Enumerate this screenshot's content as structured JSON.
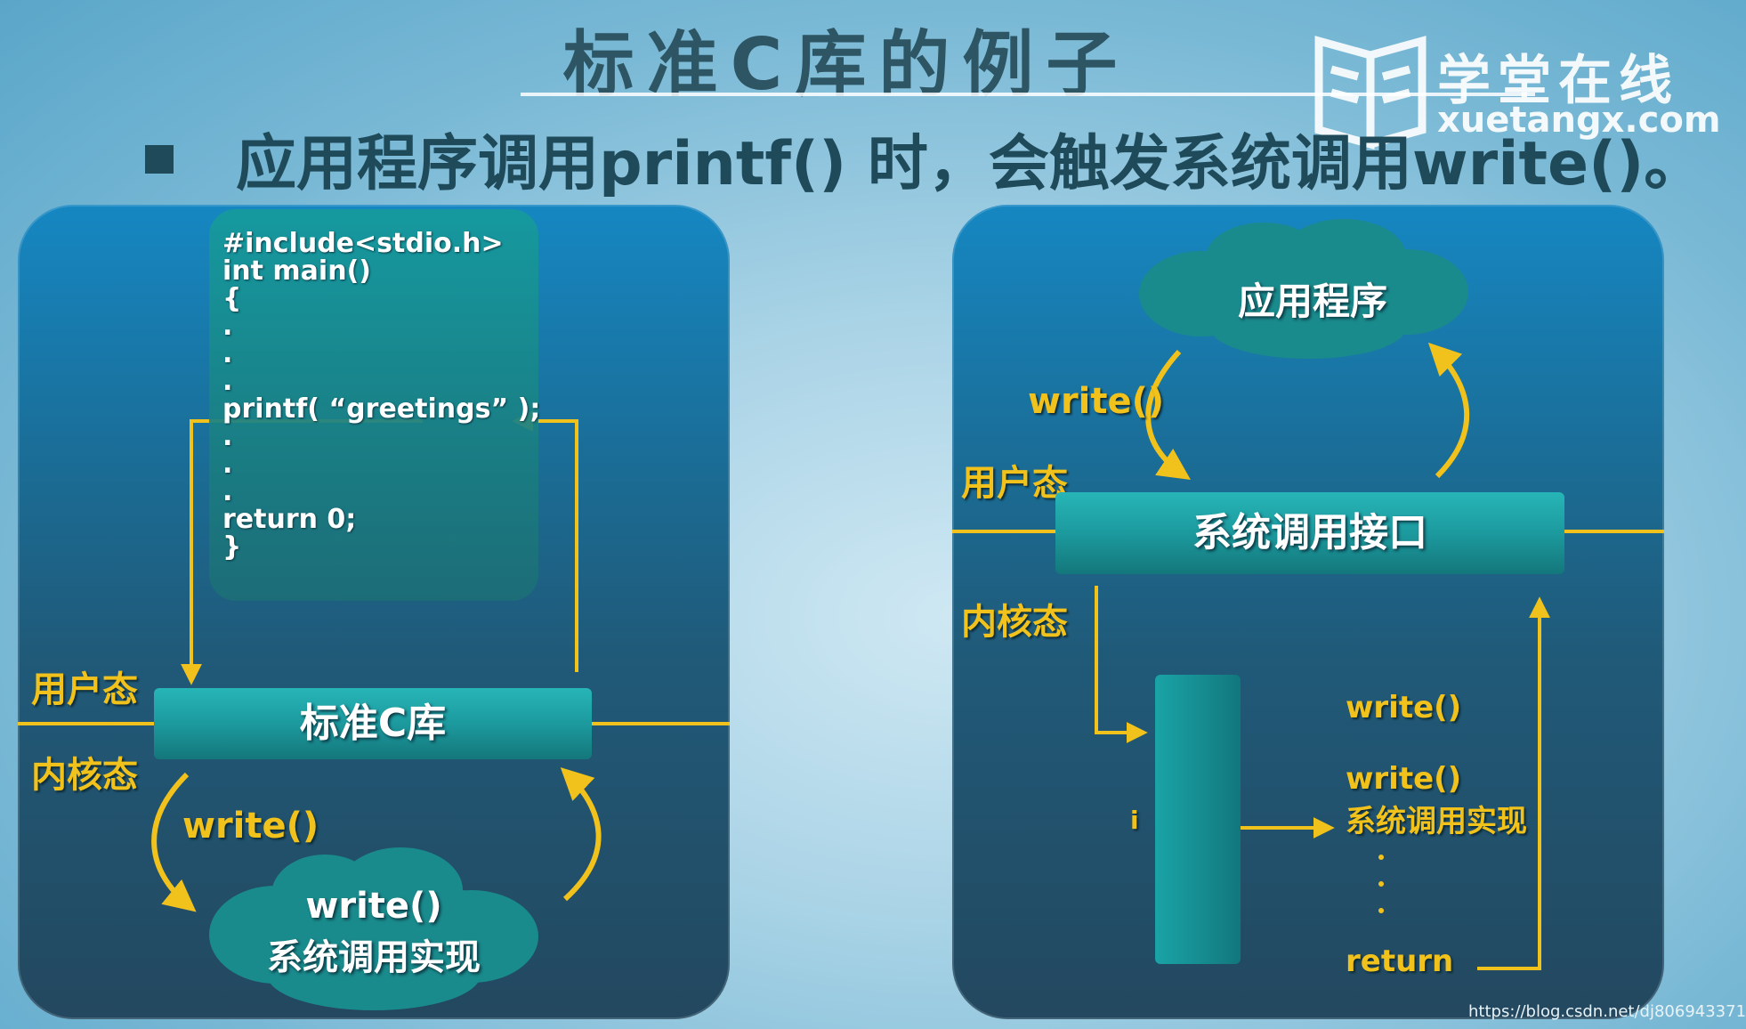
{
  "slide": {
    "title": "标准C库的例子",
    "bullet_text": "应用程序调用printf() 时，会触发系统调用write()。"
  },
  "logo": {
    "cn": "学堂在线",
    "en": "xuetangx.com"
  },
  "left_panel": {
    "code_lines": "#include<stdio.h>\nint main()\n{\n.\n.\n.\nprintf( “greetings” );\n.\n.\n.\nreturn 0;\n}",
    "user_mode_label": "用户态",
    "kernel_mode_label": "内核态",
    "library_bar_label": "标准C库",
    "write_call_label": "write()",
    "cloud_line1": "write()",
    "cloud_line2": "系统调用实现"
  },
  "right_panel": {
    "app_cloud_label": "应用程序",
    "write_call_label": "write()",
    "user_mode_label": "用户态",
    "syscall_interface_label": "系统调用接口",
    "kernel_mode_label": "内核态",
    "table_index_label": "i",
    "table_write_label": "write()",
    "impl_line1": "write()",
    "impl_line2": "系统调用实现",
    "return_label": "return"
  },
  "watermark": "https://blog.csdn.net/dj806943371",
  "colors": {
    "arrow_yellow": "#f2c21c",
    "bar_teal": "#1c9a9e",
    "cloud_teal": "#1a8b8c"
  }
}
